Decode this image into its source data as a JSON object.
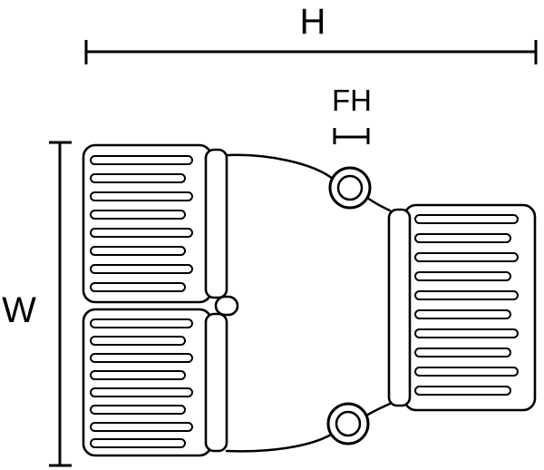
{
  "diagram": {
    "labels": {
      "height": "H",
      "flange_height": "FH",
      "width": "W"
    },
    "colors": {
      "line": "#000000",
      "background": "#ffffff"
    }
  }
}
